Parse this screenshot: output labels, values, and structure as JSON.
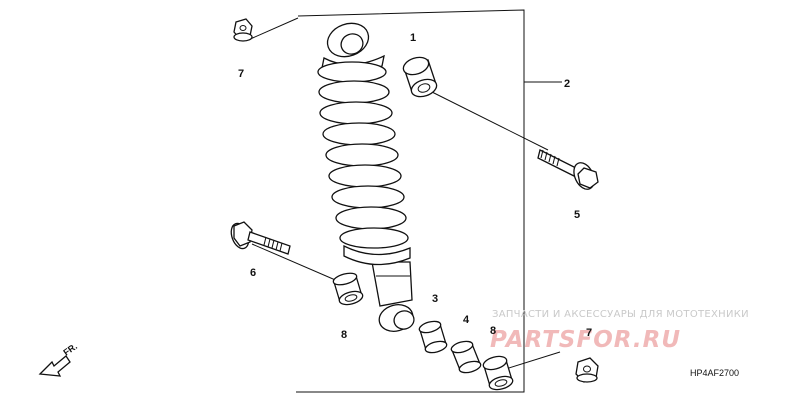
{
  "diagram": {
    "callouts": {
      "part_1": "1",
      "part_2": "2",
      "part_3": "3",
      "part_4": "4",
      "part_5": "5",
      "part_6": "6",
      "part_7_top": "7",
      "part_7_bottom": "7",
      "part_8_left": "8",
      "part_8_right": "8"
    },
    "diagram_code": "HP4AF2700",
    "direction_label": "FR.",
    "watermark": {
      "tagline": "ЗАПЧАСТИ И АКСЕССУАРЫ ДЛЯ МОТОТЕХНИКИ",
      "brand": "PARTSFOR.RU",
      "brand_color": "#f1b9b9"
    }
  }
}
